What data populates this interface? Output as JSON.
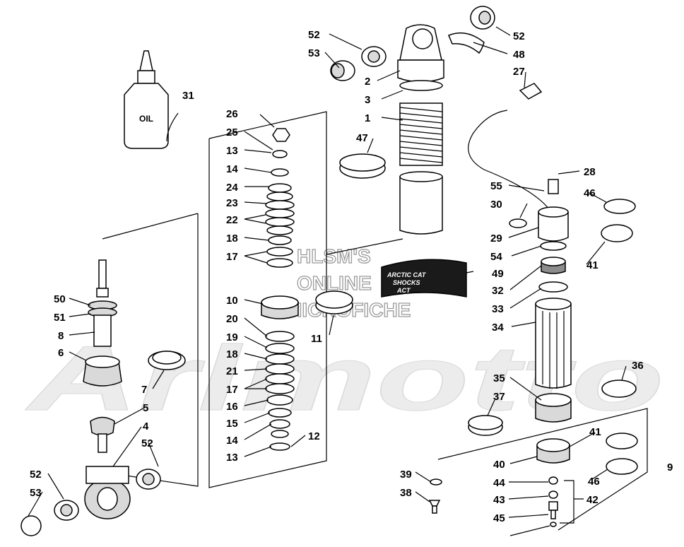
{
  "watermark": {
    "line1": "HLSM'S",
    "line2": "ONLINE",
    "line3": "MICROFICHE",
    "brand": "Arlmotto"
  },
  "oil_bottle_label": "OIL",
  "decal": {
    "line1": "ARCTIC CAT",
    "line2": "SHOCKS",
    "logo": "ACT"
  },
  "callouts": {
    "c52a": "52",
    "c53a": "53",
    "c52b": "52",
    "c48": "48",
    "c2": "2",
    "c27": "27",
    "c3": "3",
    "c1": "1",
    "c31": "31",
    "c26": "26",
    "c25": "25",
    "c13a": "13",
    "c14a": "14",
    "c24": "24",
    "c23": "23",
    "c22": "22",
    "c18a": "18",
    "c17a": "17",
    "c47": "47",
    "c28": "28",
    "c55": "55",
    "c46a": "46",
    "c30": "30",
    "c29": "29",
    "c54": "54",
    "c41a": "41",
    "c49": "49",
    "c32": "32",
    "c33": "33",
    "c34": "34",
    "c50": "50",
    "c51": "51",
    "c8": "8",
    "c6": "6",
    "c7": "7",
    "c5": "5",
    "c4": "4",
    "c52c": "52",
    "c52d": "52",
    "c53b": "53",
    "c10": "10",
    "c20": "20",
    "c19": "19",
    "c18b": "18",
    "c21": "21",
    "c17b": "17",
    "c16": "16",
    "c15": "15",
    "c14b": "14",
    "c13b": "13",
    "c12": "12",
    "c11": "11",
    "c35": "35",
    "c36": "36",
    "c37": "37",
    "c41b": "41",
    "c9": "9",
    "c39": "39",
    "c40": "40",
    "c46b": "46",
    "c44": "44",
    "c38": "38",
    "c43": "43",
    "c42": "42",
    "c45": "45"
  }
}
